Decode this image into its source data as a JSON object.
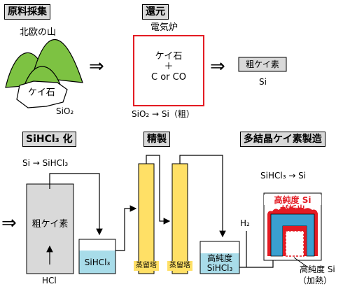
{
  "headers": {
    "raw_material": "原料採集",
    "reduction": "還元",
    "sihcl3_conversion": "SiHCl₃ 化",
    "refining": "精製",
    "polysilicon": "多結晶ケイ素製造"
  },
  "top": {
    "mountain_label": "北欧の山",
    "rock_label": "ケイ石",
    "sio2_label": "SiO₂",
    "furnace_label": "電気炉",
    "furnace_line1": "ケイ石",
    "furnace_line2": "＋",
    "furnace_line3": "C or CO",
    "reaction_label": "SiO₂ → Si（粗）",
    "crude_box_label": "粗ケイ素",
    "si_label": "Si",
    "arrow_glyph": "⇒"
  },
  "bottom": {
    "reaction_sihcl3": "Si → SiHCl₃",
    "crude_tank_label": "粗ケイ素",
    "hcl_label": "HCl",
    "sihcl3_tank_label": "SiHCl₃",
    "column1_label": "蒸留塔",
    "column2_label": "蒸留塔",
    "pure_tank_line1": "高純度",
    "pure_tank_line2": "SiHCl₃",
    "h2_label": "H₂",
    "reaction_si": "SiHCl₃ → Si",
    "deposition_line1": "高純度 Si",
    "deposition_line2": "が析出",
    "product_line1": "高純度 Si",
    "product_line2": "（加熱）",
    "arrow_glyph": "⇒"
  },
  "colors": {
    "mountain": "#7dc242",
    "furnace_border": "#e31b23",
    "crude_gray": "#d9d9d9",
    "liquid": "#a8dce9",
    "column_yellow": "#ffe066",
    "reactor_blue": "#3aa0d0",
    "deposit_red": "#e31b23"
  }
}
